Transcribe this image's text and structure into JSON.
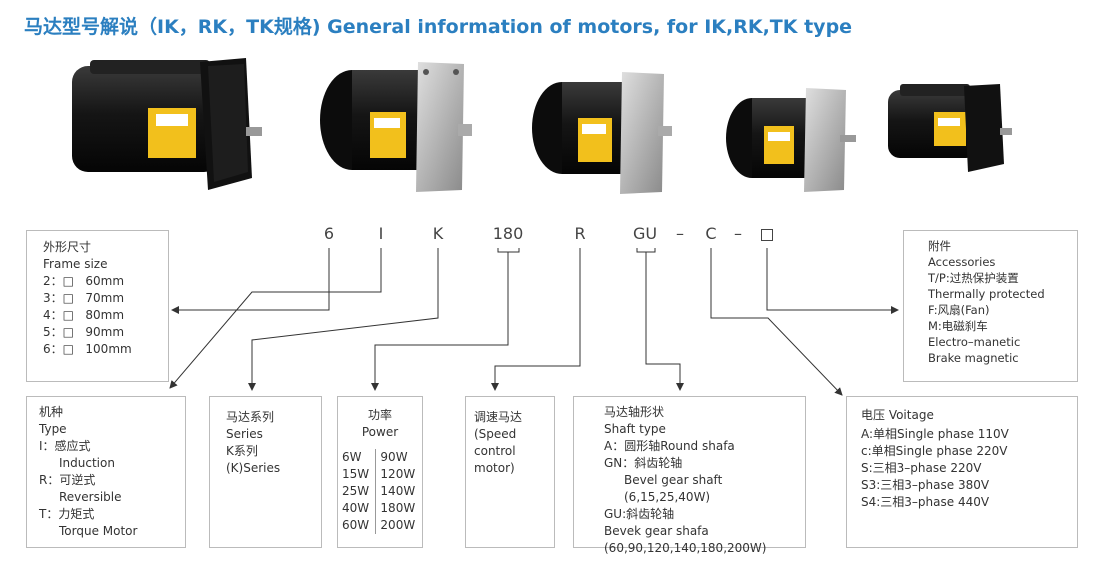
{
  "title": "马达型号解说（IK，RK，TK规格) General information of motors, for IK,RK,TK type",
  "model_code": [
    "6",
    "I",
    "K",
    "180",
    "R",
    "GU",
    "–",
    "C",
    "–"
  ],
  "frame_size": {
    "title_cn": "外形尺寸",
    "title_en": "Frame size",
    "items": [
      "2：□   60mm",
      "3：□   70mm",
      "4：□   80mm",
      "5：□   90mm",
      "6：□   100mm"
    ]
  },
  "type": {
    "title_cn": "机种",
    "title_en": "Type",
    "items": [
      {
        "code": "I：感应式",
        "en": "Induction"
      },
      {
        "code": "R：可逆式",
        "en": "Reversible"
      },
      {
        "code": "T：力矩式",
        "en": "Torque Motor"
      }
    ]
  },
  "series": {
    "lines": [
      "马达系列",
      "Series",
      "K系列",
      "(K)Series"
    ]
  },
  "power": {
    "title_cn": "功率",
    "title_en": "Power",
    "left": [
      "6W",
      "15W",
      "25W",
      "40W",
      "60W"
    ],
    "right": [
      "90W",
      "120W",
      "140W",
      "180W",
      "200W"
    ]
  },
  "speed": {
    "lines": [
      "调速马达",
      "(Speed",
      "control",
      "motor)"
    ]
  },
  "shaft": {
    "lines": [
      "马达轴形状",
      "Shaft type",
      "A：圆形轴Round shafa",
      "GN：斜齿轮轴"
    ],
    "indent": [
      "Bevel gear shaft",
      "(6,15,25,40W)"
    ],
    "lines2": [
      "GU:斜齿轮轴",
      "Bevek gear shafa",
      "(60,90,120,140,180,200W)"
    ]
  },
  "voltage": {
    "title": "电压 Voitage",
    "items": [
      "A:单相Single phase 110V",
      "c:单相Single phase 220V",
      "S:三相3–phase 220V",
      "S3:三相3–phase 380V",
      "S4:三相3–phase 440V"
    ]
  },
  "accessories": {
    "lines": [
      "附件",
      "Accessories",
      "T/P:过热保护装置",
      "Thermally protected",
      "F:风扇(Fan)",
      "M:电磁刹车",
      "Electro–manetic",
      "Brake magnetic"
    ]
  },
  "colors": {
    "title": "#2b7fc0",
    "motor_body": "#151515",
    "flange": "#b5b5b5",
    "label": "#f2c01c"
  }
}
